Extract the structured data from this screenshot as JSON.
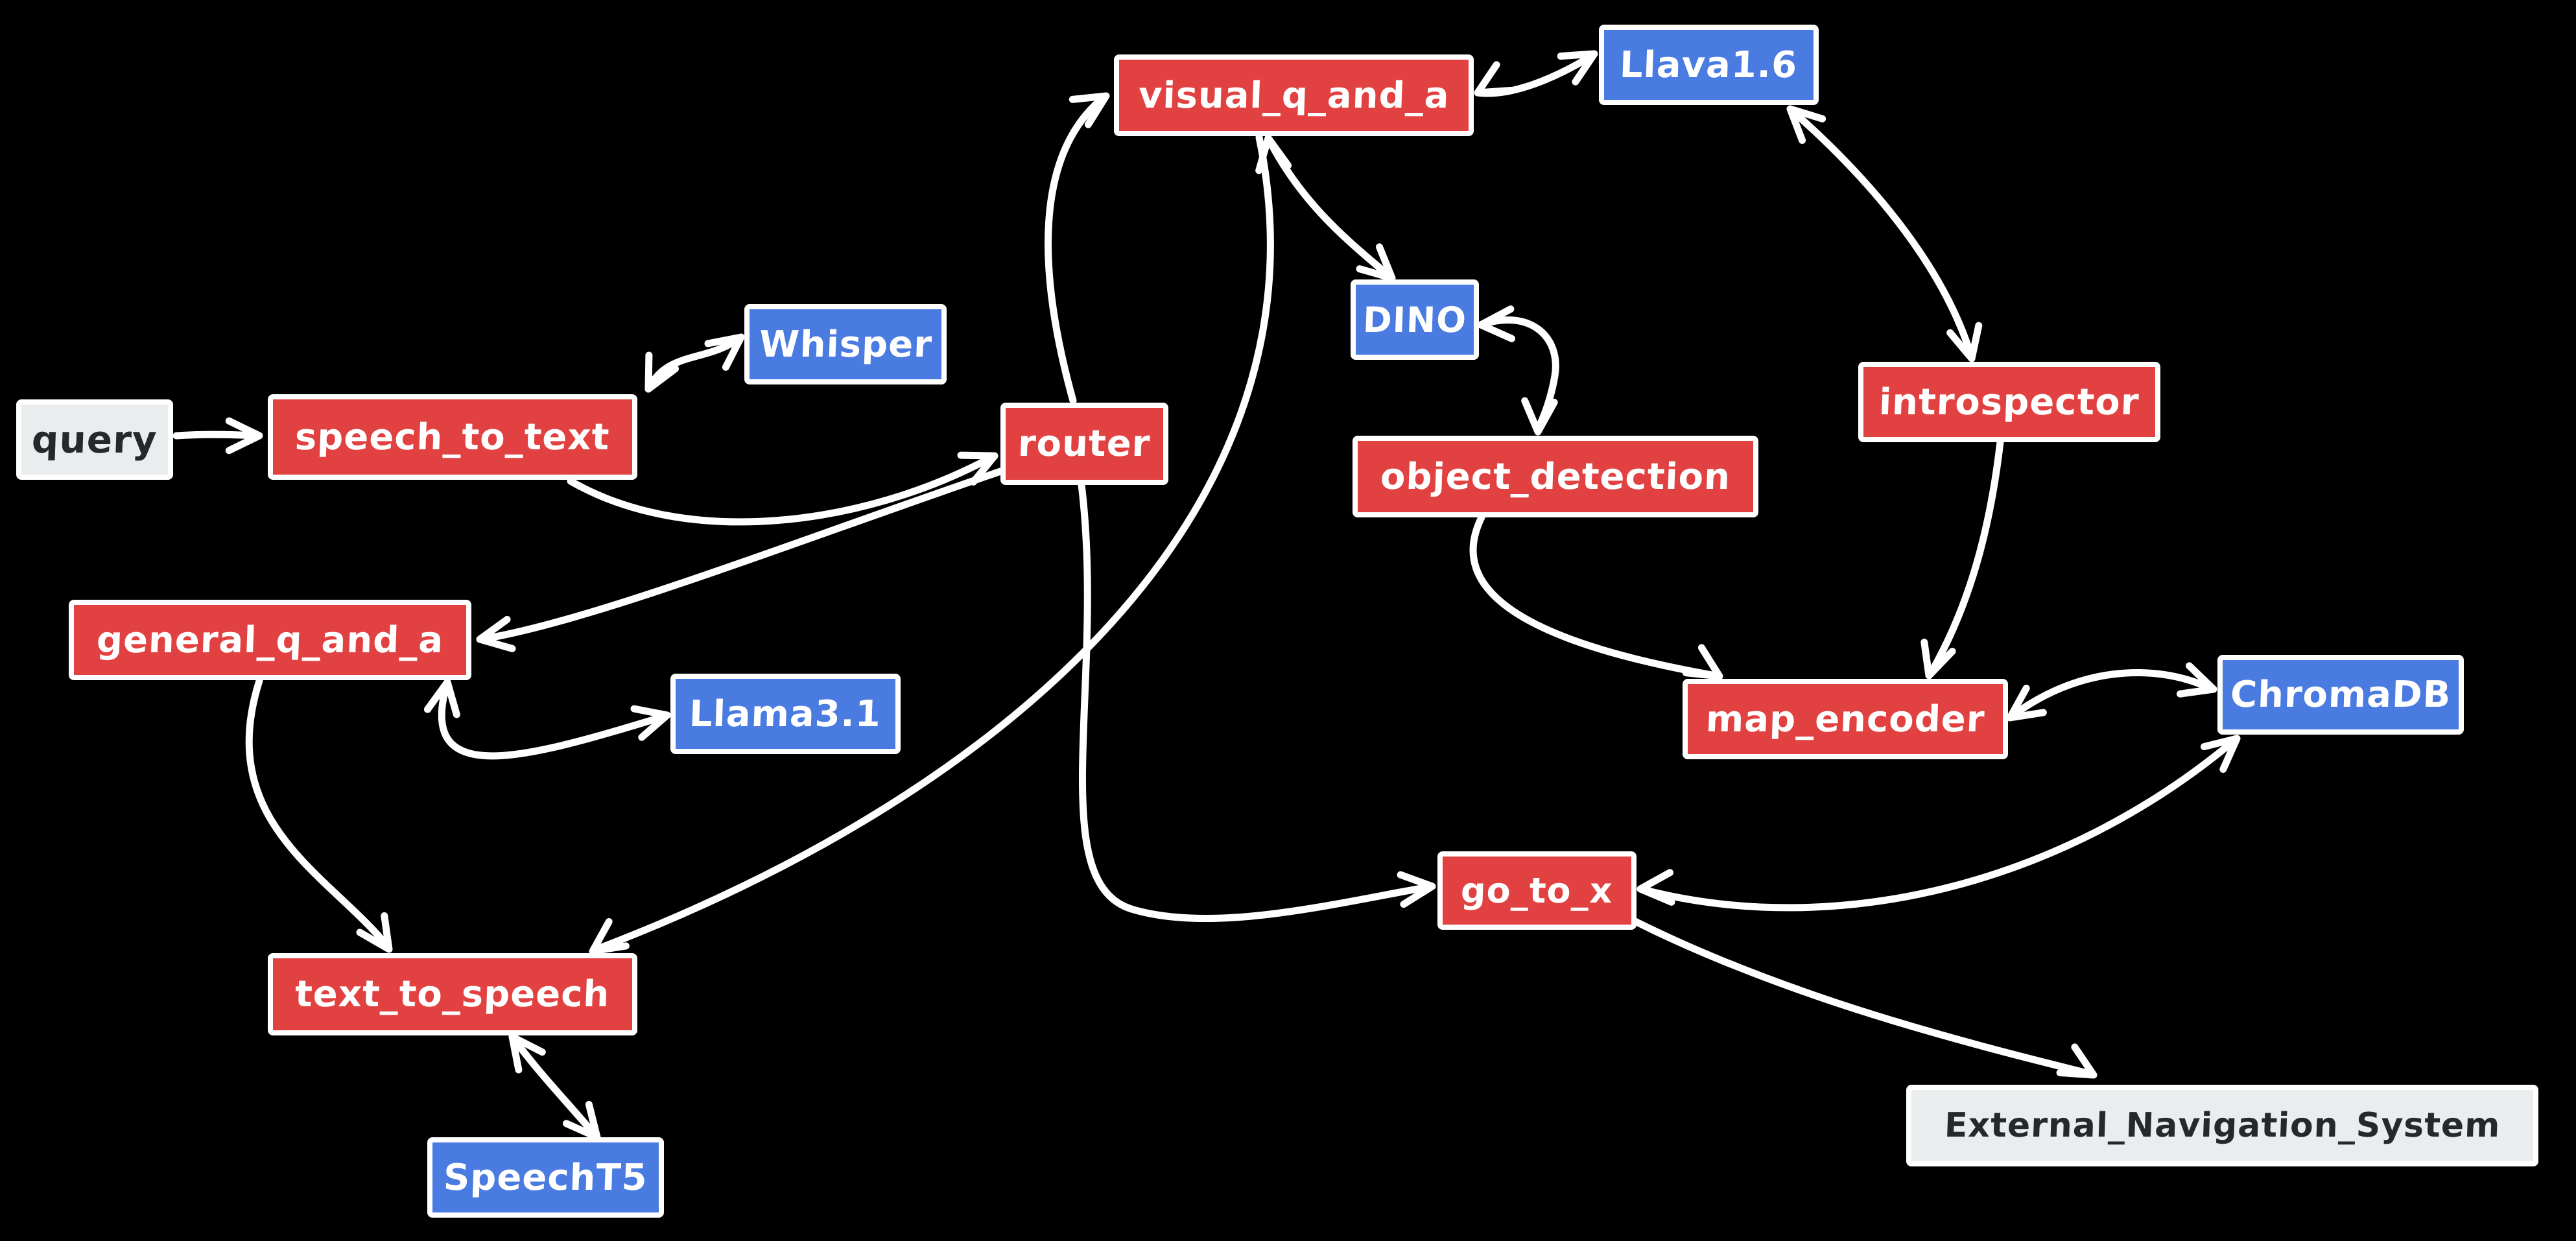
{
  "diagram": {
    "background_color": "#000000",
    "style": "hand-drawn flowchart",
    "node_kinds": {
      "tool": {
        "fill": "#e24141",
        "text_color": "#ffffff",
        "border_color": "#ffffff"
      },
      "model": {
        "fill": "#4a7be0",
        "text_color": "#ffffff",
        "border_color": "#ffffff"
      },
      "external": {
        "fill": "#eaeded",
        "text_color": "#26282b",
        "border_color": "#ffffff"
      }
    },
    "arrow_color": "#ffffff",
    "nodes": [
      {
        "id": "query",
        "label": "query",
        "kind": "external"
      },
      {
        "id": "speech_to_text",
        "label": "speech_to_text",
        "kind": "tool"
      },
      {
        "id": "whisper",
        "label": "Whisper",
        "kind": "model"
      },
      {
        "id": "router",
        "label": "router",
        "kind": "tool"
      },
      {
        "id": "visual_q_and_a",
        "label": "visual_q_and_a",
        "kind": "tool"
      },
      {
        "id": "llava16",
        "label": "Llava1.6",
        "kind": "model"
      },
      {
        "id": "dino",
        "label": "DINO",
        "kind": "model"
      },
      {
        "id": "object_detection",
        "label": "object_detection",
        "kind": "tool"
      },
      {
        "id": "introspector",
        "label": "introspector",
        "kind": "tool"
      },
      {
        "id": "map_encoder",
        "label": "map_encoder",
        "kind": "tool"
      },
      {
        "id": "chromadb",
        "label": "ChromaDB",
        "kind": "model"
      },
      {
        "id": "go_to_x",
        "label": "go_to_x",
        "kind": "tool"
      },
      {
        "id": "external_navigation_system",
        "label": "External_Navigation_System",
        "kind": "external"
      },
      {
        "id": "general_q_and_a",
        "label": "general_q_and_a",
        "kind": "tool"
      },
      {
        "id": "llama31",
        "label": "Llama3.1",
        "kind": "model"
      },
      {
        "id": "text_to_speech",
        "label": "text_to_speech",
        "kind": "tool"
      },
      {
        "id": "speecht5",
        "label": "SpeechT5",
        "kind": "model"
      }
    ],
    "edges": [
      {
        "from": "query",
        "to": "speech_to_text",
        "bidirectional": false
      },
      {
        "from": "speech_to_text",
        "to": "whisper",
        "bidirectional": true
      },
      {
        "from": "speech_to_text",
        "to": "router",
        "bidirectional": false
      },
      {
        "from": "router",
        "to": "visual_q_and_a",
        "bidirectional": false
      },
      {
        "from": "router",
        "to": "general_q_and_a",
        "bidirectional": false
      },
      {
        "from": "router",
        "to": "go_to_x",
        "bidirectional": false
      },
      {
        "from": "visual_q_and_a",
        "to": "llava16",
        "bidirectional": true
      },
      {
        "from": "visual_q_and_a",
        "to": "dino",
        "bidirectional": true
      },
      {
        "from": "dino",
        "to": "object_detection",
        "bidirectional": true
      },
      {
        "from": "object_detection",
        "to": "map_encoder",
        "bidirectional": false
      },
      {
        "from": "llava16",
        "to": "introspector",
        "bidirectional": true
      },
      {
        "from": "introspector",
        "to": "map_encoder",
        "bidirectional": false
      },
      {
        "from": "map_encoder",
        "to": "chromadb",
        "bidirectional": true
      },
      {
        "from": "go_to_x",
        "to": "chromadb",
        "bidirectional": true
      },
      {
        "from": "go_to_x",
        "to": "external_navigation_system",
        "bidirectional": false
      },
      {
        "from": "general_q_and_a",
        "to": "llama31",
        "bidirectional": true
      },
      {
        "from": "general_q_and_a",
        "to": "text_to_speech",
        "bidirectional": false
      },
      {
        "from": "visual_q_and_a",
        "to": "text_to_speech",
        "bidirectional": false
      },
      {
        "from": "text_to_speech",
        "to": "speecht5",
        "bidirectional": false
      }
    ]
  }
}
